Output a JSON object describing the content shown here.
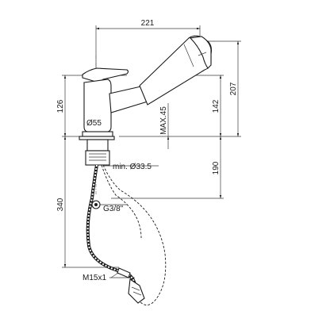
{
  "dimensions": {
    "d221": "221",
    "d207": "207",
    "d142": "142",
    "d126": "126",
    "d190": "190",
    "d340": "340",
    "max45": "MAX.45",
    "dia55": "Ø55",
    "min335": "min. Ø33.5",
    "g38": "G3/8\"",
    "m15": "M15x1"
  },
  "colors": {
    "line": "#1a1a1a",
    "background": "#ffffff"
  }
}
